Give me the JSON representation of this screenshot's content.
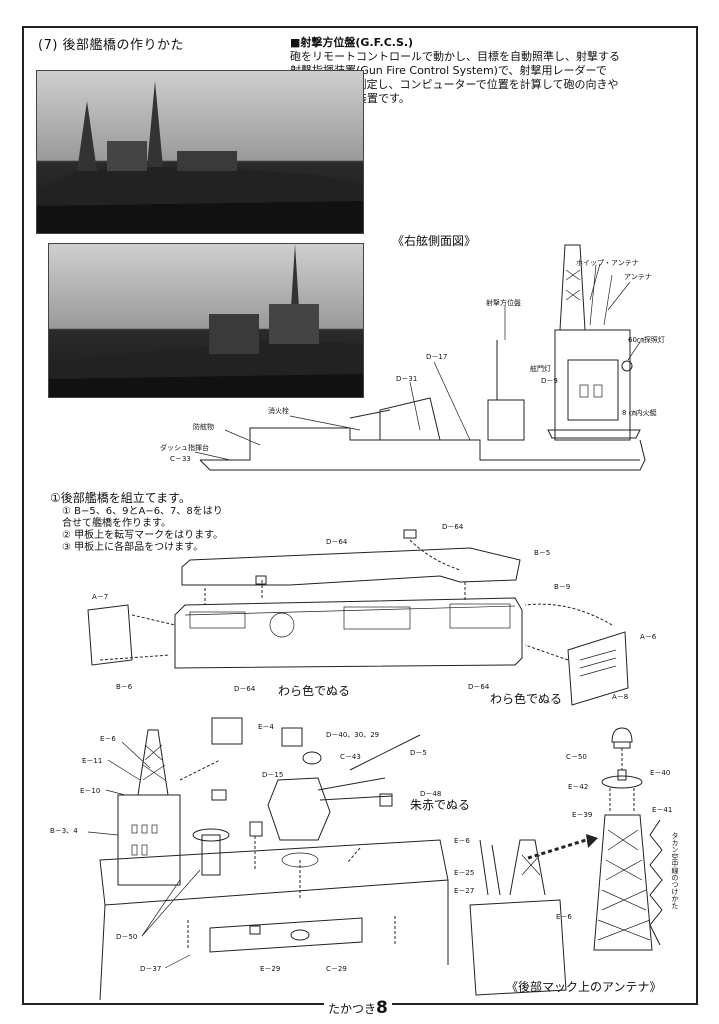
{
  "section_title": "(7) 後部艦橋の作りかた",
  "gfcs": {
    "title": "■射撃方位盤(G.F.C.S.)",
    "body": "砲をリモートコントロールで動かし、目標を自動照準し、射撃する\n射撃指揮装置(Gun Fire Control System)で、射撃用レーダーで\n目標を追って測定し、コンピューターで位置を計算して砲の向きや\n角度を決める装置です。"
  },
  "side_view": {
    "title": "《右舷側面図》",
    "labels": {
      "whip_antenna": "ホイップ・アンテナ",
      "antenna": "アンテナ",
      "director": "射撃方位盤",
      "searchlight": "60㎝探照灯",
      "signal_lamp": "舷門灯",
      "d9": "D－9",
      "d17": "D－17",
      "d31": "D－31",
      "boat": "8 ㎝内火艇",
      "hydrant": "消火栓",
      "fender": "防舷物",
      "dash_deck": "ダッシュ指揮台",
      "c33": "C－33"
    }
  },
  "assembly": {
    "step_title": "①後部艦橋を組立てます。",
    "steps": "① B−5、6、9とA−6、7、8をはり\n合せて艦橋を作ります。\n② 甲板上を転写マークをはります。\n③ 甲板上に各部品をつけます。",
    "labels": {
      "d64_a": "D－64",
      "d64_b": "D－64",
      "d64_c": "D－64",
      "d64_d": "D－64",
      "b5": "B－5",
      "b9": "B－9",
      "a7": "A－7",
      "a6": "A－6",
      "a8": "A－8",
      "b6": "B－6"
    },
    "paint_note_1": "わら色でぬる",
    "paint_note_2": "わら色でぬる"
  },
  "detail": {
    "labels": {
      "e4": "E－4",
      "e6": "E－6",
      "e11": "E－11",
      "e10": "E－10",
      "b34": "B－3、4",
      "d40": "D－40、30、29",
      "d5": "D－5",
      "c43": "C－43",
      "d15": "D－15",
      "d48": "D－48",
      "d50": "D－50",
      "d37": "D－37",
      "e29": "E－29",
      "c29": "C－29"
    },
    "paint_note": "朱赤でぬる"
  },
  "mast": {
    "labels": {
      "c50": "C－50",
      "e42": "E－42",
      "e40": "E－40",
      "e39": "E－39",
      "e41": "E－41",
      "e6a": "E－6",
      "e25": "E－25",
      "e27": "E－27",
      "e6b": "E－6"
    },
    "side_note": "タカン空中線のつけかた",
    "caption": "《後部マック上のアンテナ》"
  },
  "footer": {
    "name": "たかつき",
    "page": "8"
  }
}
